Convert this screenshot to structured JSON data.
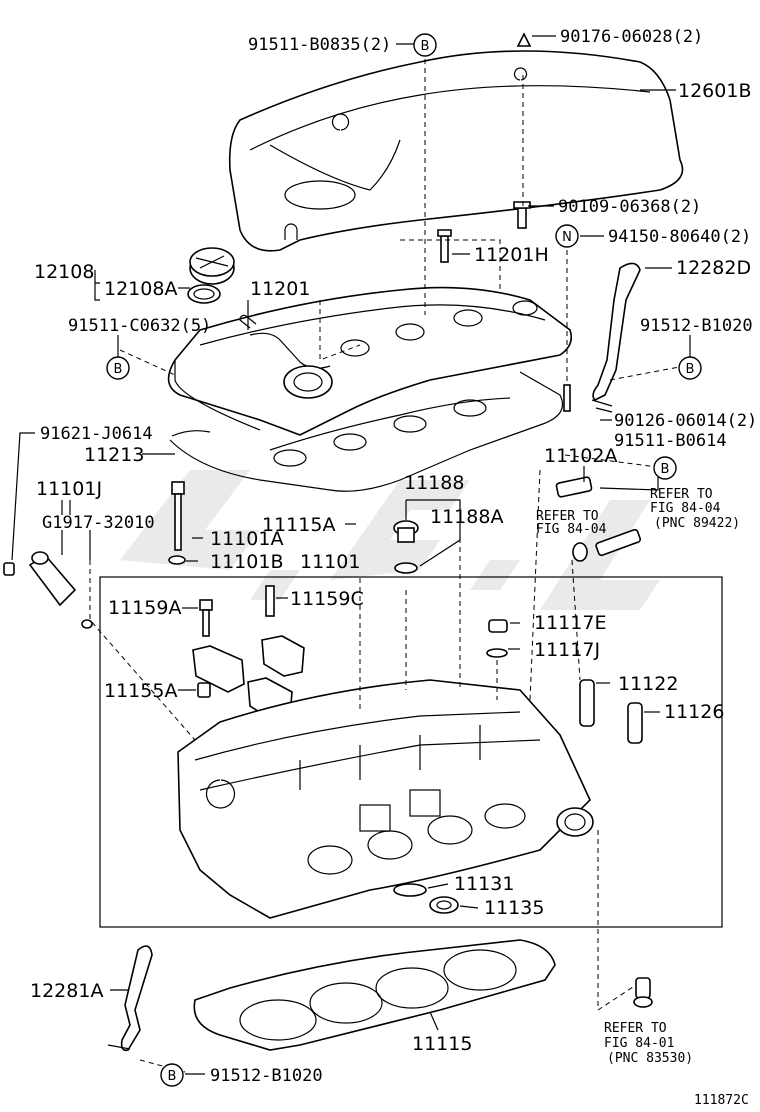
{
  "figure_id": "111872C",
  "watermark": "4..9L",
  "labels": {
    "p_91511_B0835": "91511-B0835(2)",
    "p_90176_06028": "90176-06028(2)",
    "p_12601B": "12601B",
    "p_90109_06368": "90109-06368(2)",
    "p_94150_80640": "94150-80640(2)",
    "p_11201H": "11201H",
    "p_12108": "12108",
    "p_12108A": "12108A",
    "p_11201": "11201",
    "p_12282D": "12282D",
    "p_91511_C0632": "91511-C0632(5)",
    "p_91512_B1020_top": "91512-B1020",
    "p_91621_J0614": "91621-J0614",
    "p_90126_06014": "90126-06014(2)",
    "p_11213": "11213",
    "p_91511_B0614": "91511-B0614",
    "p_11102A": "11102A",
    "p_11101J": "11101J",
    "p_11188": "11188",
    "p_G1917": "G1917-32010",
    "p_11115A": "11115A",
    "p_11188A": "11188A",
    "p_11101A": "11101A",
    "p_11101B": "11101B",
    "p_11101": "11101",
    "p_11159A": "11159A",
    "p_11159C": "11159C",
    "p_11117E": "11117E",
    "p_11117J": "11117J",
    "p_11155A": "11155A",
    "p_11122": "11122",
    "p_11126": "11126",
    "p_11131": "11131",
    "p_11135": "11135",
    "p_12281A": "12281A",
    "p_11115": "11115",
    "p_91512_B1020_bot": "91512-B1020"
  },
  "callouts": {
    "B": "B",
    "N": "N"
  },
  "refs": {
    "ref1_line1": "REFER TO",
    "ref1_line2": "FIG 84-04",
    "ref2_line1": "REFER TO",
    "ref2_line2": "FIG 84-04",
    "ref2_line3": "(PNC 89422)",
    "ref3_line1": "REFER TO",
    "ref3_line2": "FIG 84-01",
    "ref3_line3": "(PNC 83530)"
  }
}
